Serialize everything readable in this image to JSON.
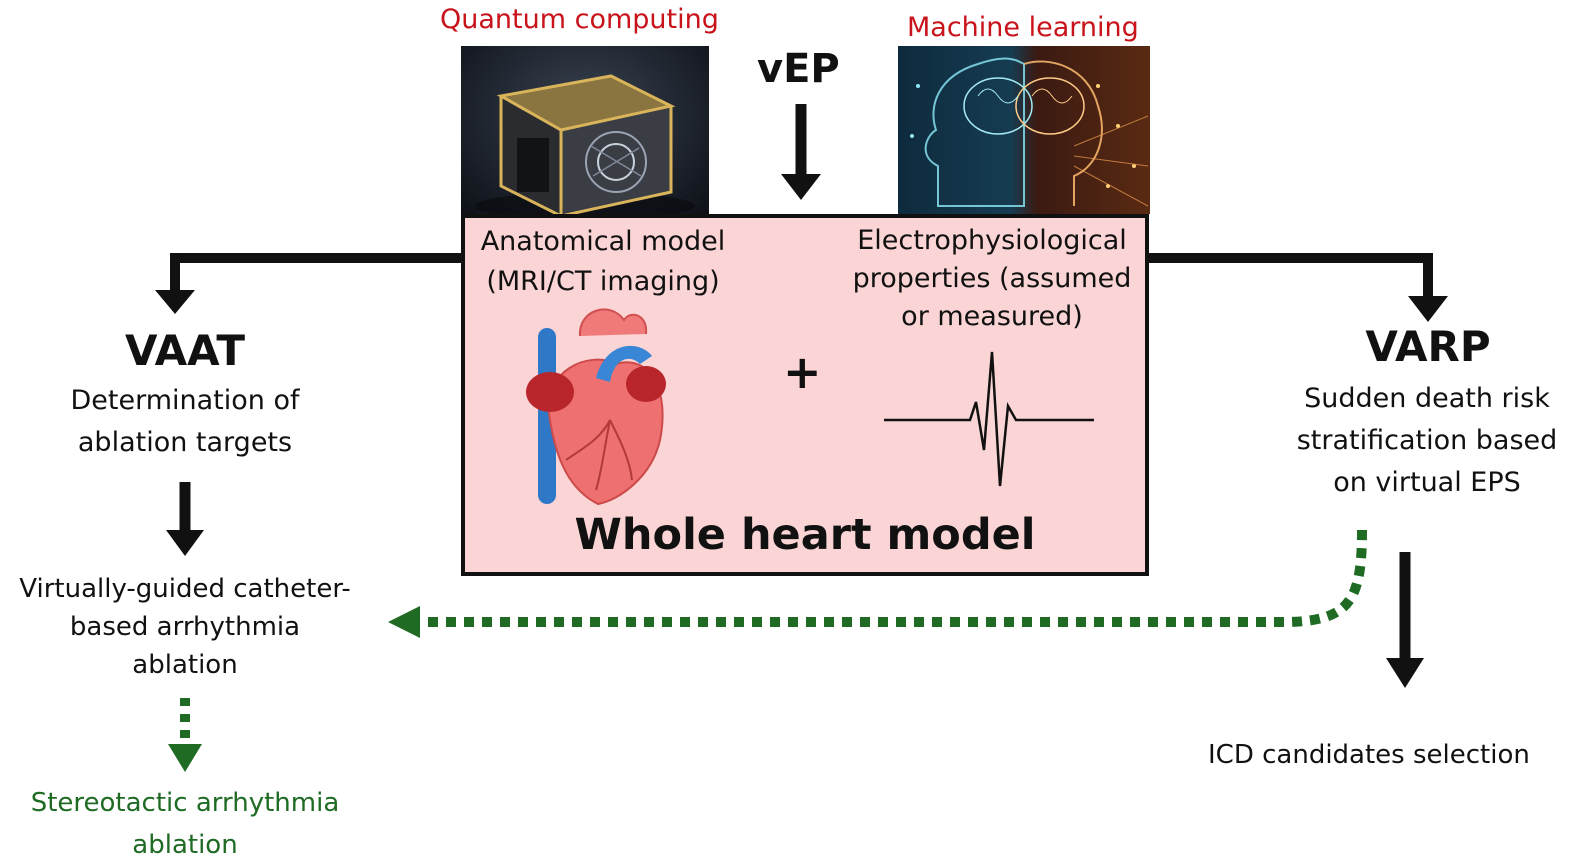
{
  "top": {
    "quantum_label": "Quantum computing",
    "machine_label": "Machine learning",
    "vep_label": "vEP"
  },
  "model": {
    "anatomical_line1": "Anatomical model",
    "anatomical_line2": "(MRI/CT imaging)",
    "electro_line1": "Electrophysiological",
    "electro_line2": "properties (assumed",
    "electro_line3": "or measured)",
    "plus": "+",
    "title": "Whole heart model"
  },
  "left": {
    "heading": "VAAT",
    "desc_line1": "Determination of",
    "desc_line2": "ablation targets",
    "guided_line1": "Virtually-guided catheter-",
    "guided_line2": "based arrhythmia",
    "guided_line3": "ablation",
    "stereo_line1": "Stereotactic arrhythmia",
    "stereo_line2": "ablation"
  },
  "right": {
    "heading": "VARP",
    "desc_line1": "Sudden death risk",
    "desc_line2": "stratification based",
    "desc_line3": "on virtual EPS",
    "icd": "ICD candidates selection"
  },
  "colors": {
    "label_red": "#c8131b",
    "box_fill": "#fbd5d5",
    "dashed_green": "#1f6b24",
    "arrow_black": "#111111"
  }
}
